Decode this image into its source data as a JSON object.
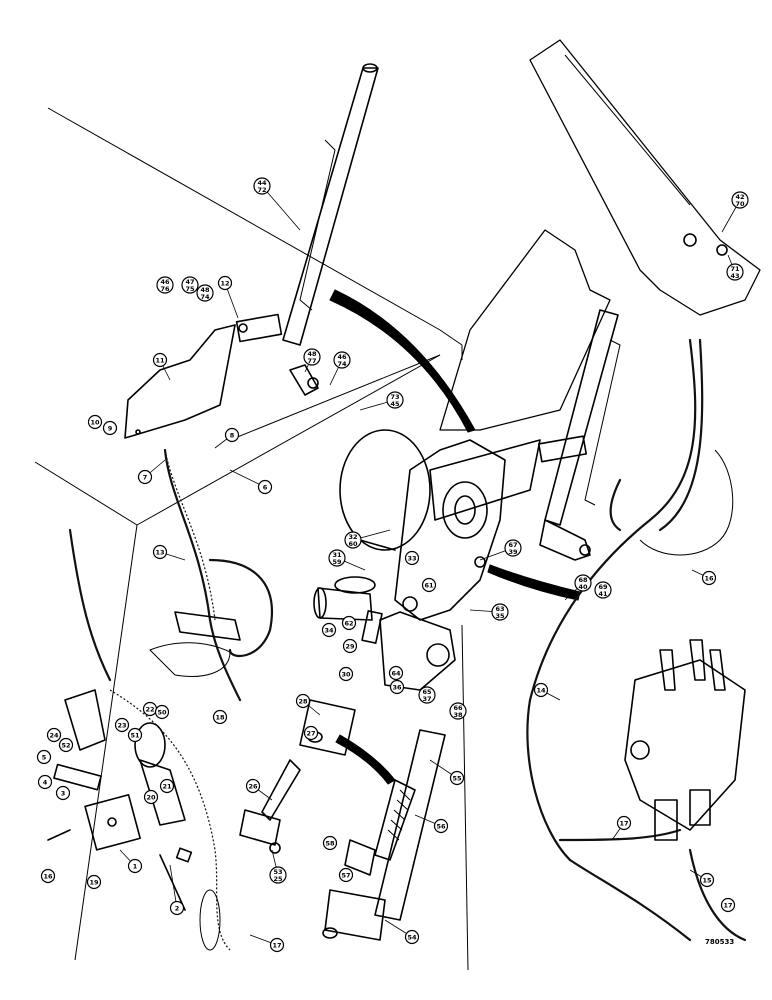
{
  "drawing_ref": "780533",
  "callouts": [
    {
      "id": "c-44-72",
      "lines": [
        "44",
        "72"
      ]
    },
    {
      "id": "c-42-70",
      "lines": [
        "42",
        "70"
      ]
    },
    {
      "id": "c-71-43",
      "lines": [
        "71",
        "43"
      ]
    },
    {
      "id": "c-46-76",
      "lines": [
        "46",
        "76"
      ]
    },
    {
      "id": "c-47-75",
      "lines": [
        "47",
        "75"
      ]
    },
    {
      "id": "c-48-74",
      "lines": [
        "48",
        "74"
      ]
    },
    {
      "id": "c-12",
      "lines": [
        "12"
      ]
    },
    {
      "id": "c-11",
      "lines": [
        "11"
      ]
    },
    {
      "id": "c-48-77",
      "lines": [
        "48",
        "77"
      ]
    },
    {
      "id": "c-46-74b",
      "lines": [
        "46",
        "74"
      ]
    },
    {
      "id": "c-73-45",
      "lines": [
        "73",
        "45"
      ]
    },
    {
      "id": "c-10",
      "lines": [
        "10"
      ]
    },
    {
      "id": "c-9",
      "lines": [
        "9"
      ]
    },
    {
      "id": "c-8",
      "lines": [
        "8"
      ]
    },
    {
      "id": "c-7",
      "lines": [
        "7"
      ]
    },
    {
      "id": "c-6",
      "lines": [
        "6"
      ]
    },
    {
      "id": "c-13",
      "lines": [
        "13"
      ]
    },
    {
      "id": "c-32-60",
      "lines": [
        "32",
        "60"
      ]
    },
    {
      "id": "c-31-59",
      "lines": [
        "31",
        "59"
      ]
    },
    {
      "id": "c-33",
      "lines": [
        "33"
      ]
    },
    {
      "id": "c-61",
      "lines": [
        "61"
      ]
    },
    {
      "id": "c-67-39",
      "lines": [
        "67",
        "39"
      ]
    },
    {
      "id": "c-34",
      "lines": [
        "34"
      ]
    },
    {
      "id": "c-62",
      "lines": [
        "62"
      ]
    },
    {
      "id": "c-29",
      "lines": [
        "29"
      ]
    },
    {
      "id": "c-63-35",
      "lines": [
        "63",
        "35"
      ]
    },
    {
      "id": "c-68-40",
      "lines": [
        "68",
        "40"
      ]
    },
    {
      "id": "c-69-41",
      "lines": [
        "69",
        "41"
      ]
    },
    {
      "id": "c-16a",
      "lines": [
        "16"
      ]
    },
    {
      "id": "c-30",
      "lines": [
        "30"
      ]
    },
    {
      "id": "c-64",
      "lines": [
        "64"
      ]
    },
    {
      "id": "c-36",
      "lines": [
        "36"
      ]
    },
    {
      "id": "c-65-37",
      "lines": [
        "65",
        "37"
      ]
    },
    {
      "id": "c-66-38",
      "lines": [
        "66",
        "38"
      ]
    },
    {
      "id": "c-14",
      "lines": [
        "14"
      ]
    },
    {
      "id": "c-28",
      "lines": [
        "28"
      ]
    },
    {
      "id": "c-27",
      "lines": [
        "27"
      ]
    },
    {
      "id": "c-22",
      "lines": [
        "22"
      ]
    },
    {
      "id": "c-50",
      "lines": [
        "50"
      ]
    },
    {
      "id": "c-23",
      "lines": [
        "23"
      ]
    },
    {
      "id": "c-51",
      "lines": [
        "51"
      ]
    },
    {
      "id": "c-24",
      "lines": [
        "24"
      ]
    },
    {
      "id": "c-52",
      "lines": [
        "52"
      ]
    },
    {
      "id": "c-18",
      "lines": [
        "18"
      ]
    },
    {
      "id": "c-5",
      "lines": [
        "5"
      ]
    },
    {
      "id": "c-4",
      "lines": [
        "4"
      ]
    },
    {
      "id": "c-3",
      "lines": [
        "3"
      ]
    },
    {
      "id": "c-20",
      "lines": [
        "20"
      ]
    },
    {
      "id": "c-21",
      "lines": [
        "21"
      ]
    },
    {
      "id": "c-26",
      "lines": [
        "26"
      ]
    },
    {
      "id": "c-55",
      "lines": [
        "55"
      ]
    },
    {
      "id": "c-56",
      "lines": [
        "56"
      ]
    },
    {
      "id": "c-1",
      "lines": [
        "1"
      ]
    },
    {
      "id": "c-16b",
      "lines": [
        "16"
      ]
    },
    {
      "id": "c-19",
      "lines": [
        "19"
      ]
    },
    {
      "id": "c-2",
      "lines": [
        "2"
      ]
    },
    {
      "id": "c-53-25",
      "lines": [
        "53",
        "25"
      ]
    },
    {
      "id": "c-58",
      "lines": [
        "58"
      ]
    },
    {
      "id": "c-57",
      "lines": [
        "57"
      ]
    },
    {
      "id": "c-17a",
      "lines": [
        "17"
      ]
    },
    {
      "id": "c-15",
      "lines": [
        "15"
      ]
    },
    {
      "id": "c-17b",
      "lines": [
        "17"
      ]
    },
    {
      "id": "c-54",
      "lines": [
        "54"
      ]
    },
    {
      "id": "c-17c",
      "lines": [
        "17"
      ]
    }
  ]
}
